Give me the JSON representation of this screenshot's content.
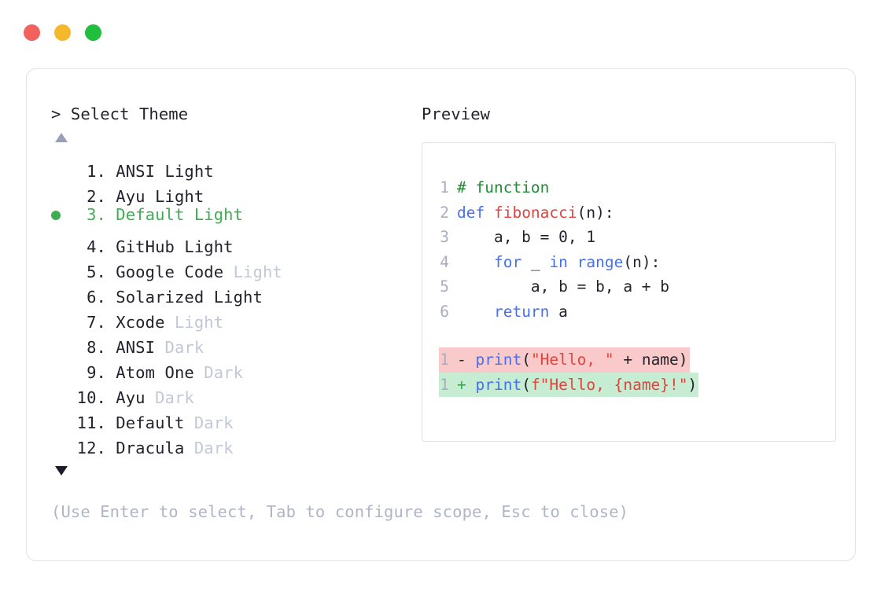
{
  "window": {
    "traffic_lights": [
      {
        "name": "close-dot",
        "color": "#f2615c"
      },
      {
        "name": "minimize-dot",
        "color": "#f5b72c"
      },
      {
        "name": "maximize-dot",
        "color": "#22bf3e"
      }
    ]
  },
  "prompt": {
    "heading": "> Select Theme",
    "scroll_up_icon": "triangle-up",
    "scroll_down_icon": "triangle-down"
  },
  "themes": [
    {
      "index": "1.",
      "name": "ANSI Light",
      "variant": "",
      "selected": false
    },
    {
      "index": "2.",
      "name": "Ayu Light",
      "variant": "",
      "selected": false
    },
    {
      "index": "3.",
      "name": "Default Light",
      "variant": "",
      "selected": true
    },
    {
      "index": "4.",
      "name": "GitHub Light",
      "variant": "",
      "selected": false
    },
    {
      "index": "5.",
      "name": "Google Code",
      "variant": "Light",
      "selected": false
    },
    {
      "index": "6.",
      "name": "Solarized Light",
      "variant": "",
      "selected": false
    },
    {
      "index": "7.",
      "name": "Xcode",
      "variant": "Light",
      "selected": false
    },
    {
      "index": "8.",
      "name": "ANSI",
      "variant": "Dark",
      "selected": false
    },
    {
      "index": "9.",
      "name": "Atom One",
      "variant": "Dark",
      "selected": false
    },
    {
      "index": "10.",
      "name": "Ayu",
      "variant": "Dark",
      "selected": false
    },
    {
      "index": "11.",
      "name": "Default",
      "variant": "Dark",
      "selected": false
    },
    {
      "index": "12.",
      "name": "Dracula",
      "variant": "Dark",
      "selected": false
    }
  ],
  "hint": "(Use Enter to select, Tab to configure scope, Esc to close)",
  "preview": {
    "heading": "Preview",
    "code_lines": [
      {
        "n": "1",
        "tokens": [
          {
            "t": "# function",
            "c": "comment"
          }
        ]
      },
      {
        "n": "2",
        "tokens": [
          {
            "t": "def ",
            "c": "kw"
          },
          {
            "t": "fibonacci",
            "c": "fn"
          },
          {
            "t": "(n):",
            "c": "plain"
          }
        ]
      },
      {
        "n": "3",
        "tokens": [
          {
            "t": "    a, b = 0, 1",
            "c": "plain"
          }
        ]
      },
      {
        "n": "4",
        "tokens": [
          {
            "t": "    ",
            "c": "plain"
          },
          {
            "t": "for",
            "c": "kw"
          },
          {
            "t": " _ ",
            "c": "plain"
          },
          {
            "t": "in",
            "c": "kw"
          },
          {
            "t": " ",
            "c": "plain"
          },
          {
            "t": "range",
            "c": "builtin"
          },
          {
            "t": "(n):",
            "c": "plain"
          }
        ]
      },
      {
        "n": "5",
        "tokens": [
          {
            "t": "        a, b = b, a + b",
            "c": "plain"
          }
        ]
      },
      {
        "n": "6",
        "tokens": [
          {
            "t": "    ",
            "c": "plain"
          },
          {
            "t": "return",
            "c": "kw"
          },
          {
            "t": " a",
            "c": "plain"
          }
        ]
      }
    ],
    "diff_lines": [
      {
        "n": "1",
        "kind": "del",
        "marker": "-",
        "tokens": [
          {
            "t": "print",
            "c": "builtin"
          },
          {
            "t": "(",
            "c": "plain"
          },
          {
            "t": "\"Hello, \"",
            "c": "str"
          },
          {
            "t": " + name)",
            "c": "plain"
          }
        ]
      },
      {
        "n": "1",
        "kind": "add",
        "marker": "+",
        "tokens": [
          {
            "t": "print",
            "c": "builtin"
          },
          {
            "t": "(",
            "c": "plain"
          },
          {
            "t": "f\"Hello, {name}!\"",
            "c": "str"
          },
          {
            "t": ")",
            "c": "plain"
          }
        ]
      }
    ]
  },
  "colors": {
    "accent_green": "#3fae52",
    "diff_del_bg": "#fac9c9",
    "diff_add_bg": "#c6ecd2",
    "border": "#dfe2ea",
    "muted_text": "#c2c8d6",
    "hint_text": "#aeb5c6"
  }
}
